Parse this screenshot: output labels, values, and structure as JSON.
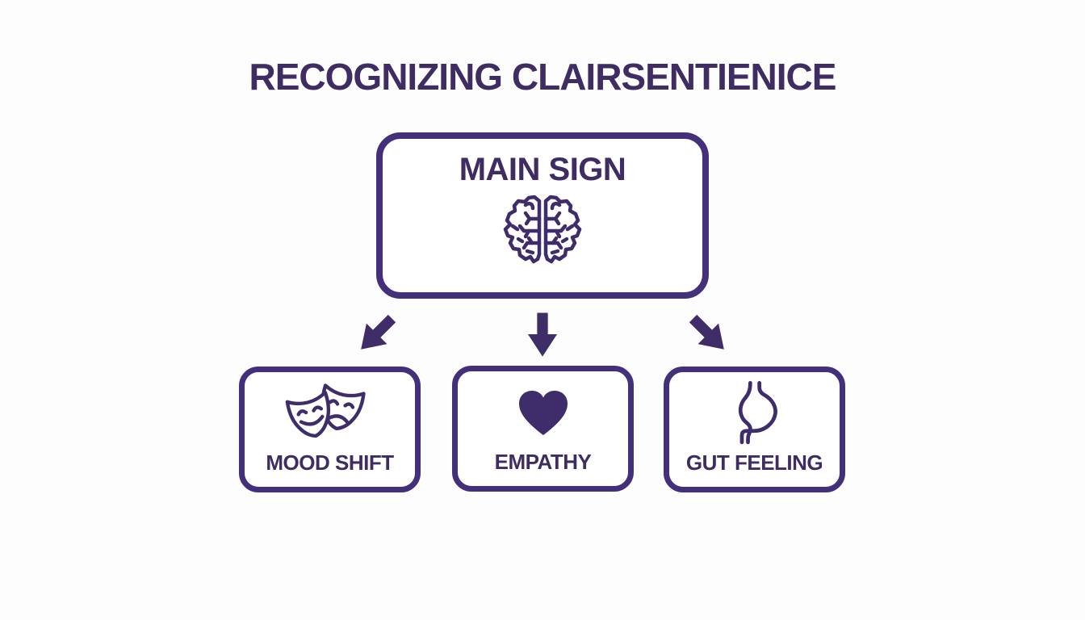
{
  "title": "RECOGNIZING CLAIRSENTIENICE",
  "colors": {
    "ink": "#3e2c62",
    "line": "#44307a",
    "bg": "#fdfdfe"
  },
  "main_box": {
    "label": "MAIN SIGN",
    "icon": "brain-icon"
  },
  "arrows": [
    {
      "direction": "down-left"
    },
    {
      "direction": "down"
    },
    {
      "direction": "down-right"
    }
  ],
  "signs": [
    {
      "label": "MOOD SHIFT",
      "icon": "theater-masks-icon"
    },
    {
      "label": "EMPATHY",
      "icon": "heart-icon"
    },
    {
      "label": "GUT FEELING",
      "icon": "stomach-icon"
    }
  ]
}
